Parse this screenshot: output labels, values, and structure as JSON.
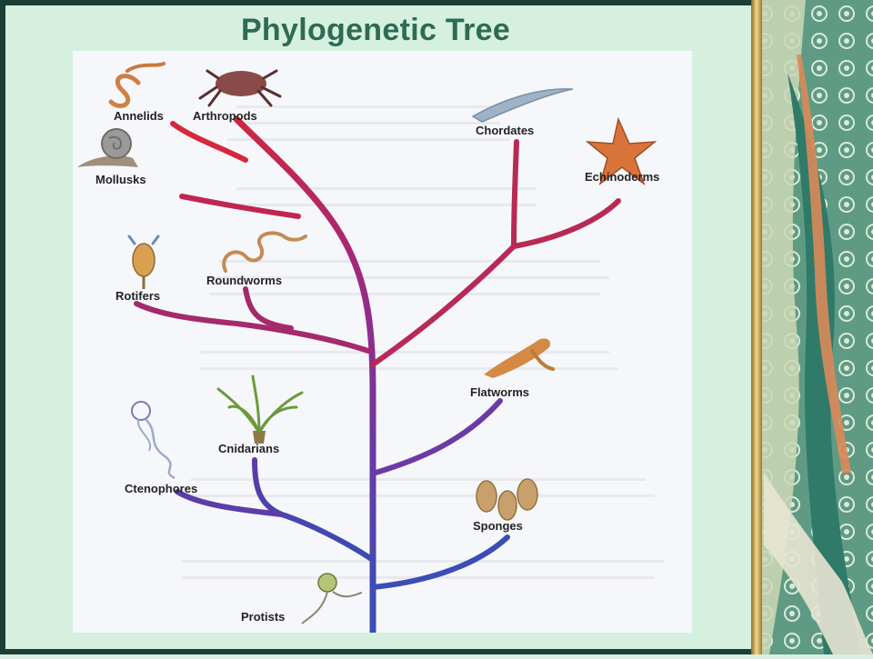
{
  "title": "Phylogenetic Tree",
  "labels": {
    "annelids": "Annelids",
    "arthropods": "Arthropods",
    "mollusks": "Mollusks",
    "chordates": "Chordates",
    "echinoderms": "Echinoderms",
    "rotifers": "Rotifers",
    "roundworms": "Roundworms",
    "flatworms": "Flatworms",
    "cnidarians": "Cnidarians",
    "ctenophores": "Ctenophores",
    "sponges": "Sponges",
    "protists": "Protists"
  },
  "colors": {
    "trunk_base": "#3a4fb0",
    "trunk_top": "#c8203a",
    "background": "#d6f0df",
    "title": "#2d6b55"
  }
}
